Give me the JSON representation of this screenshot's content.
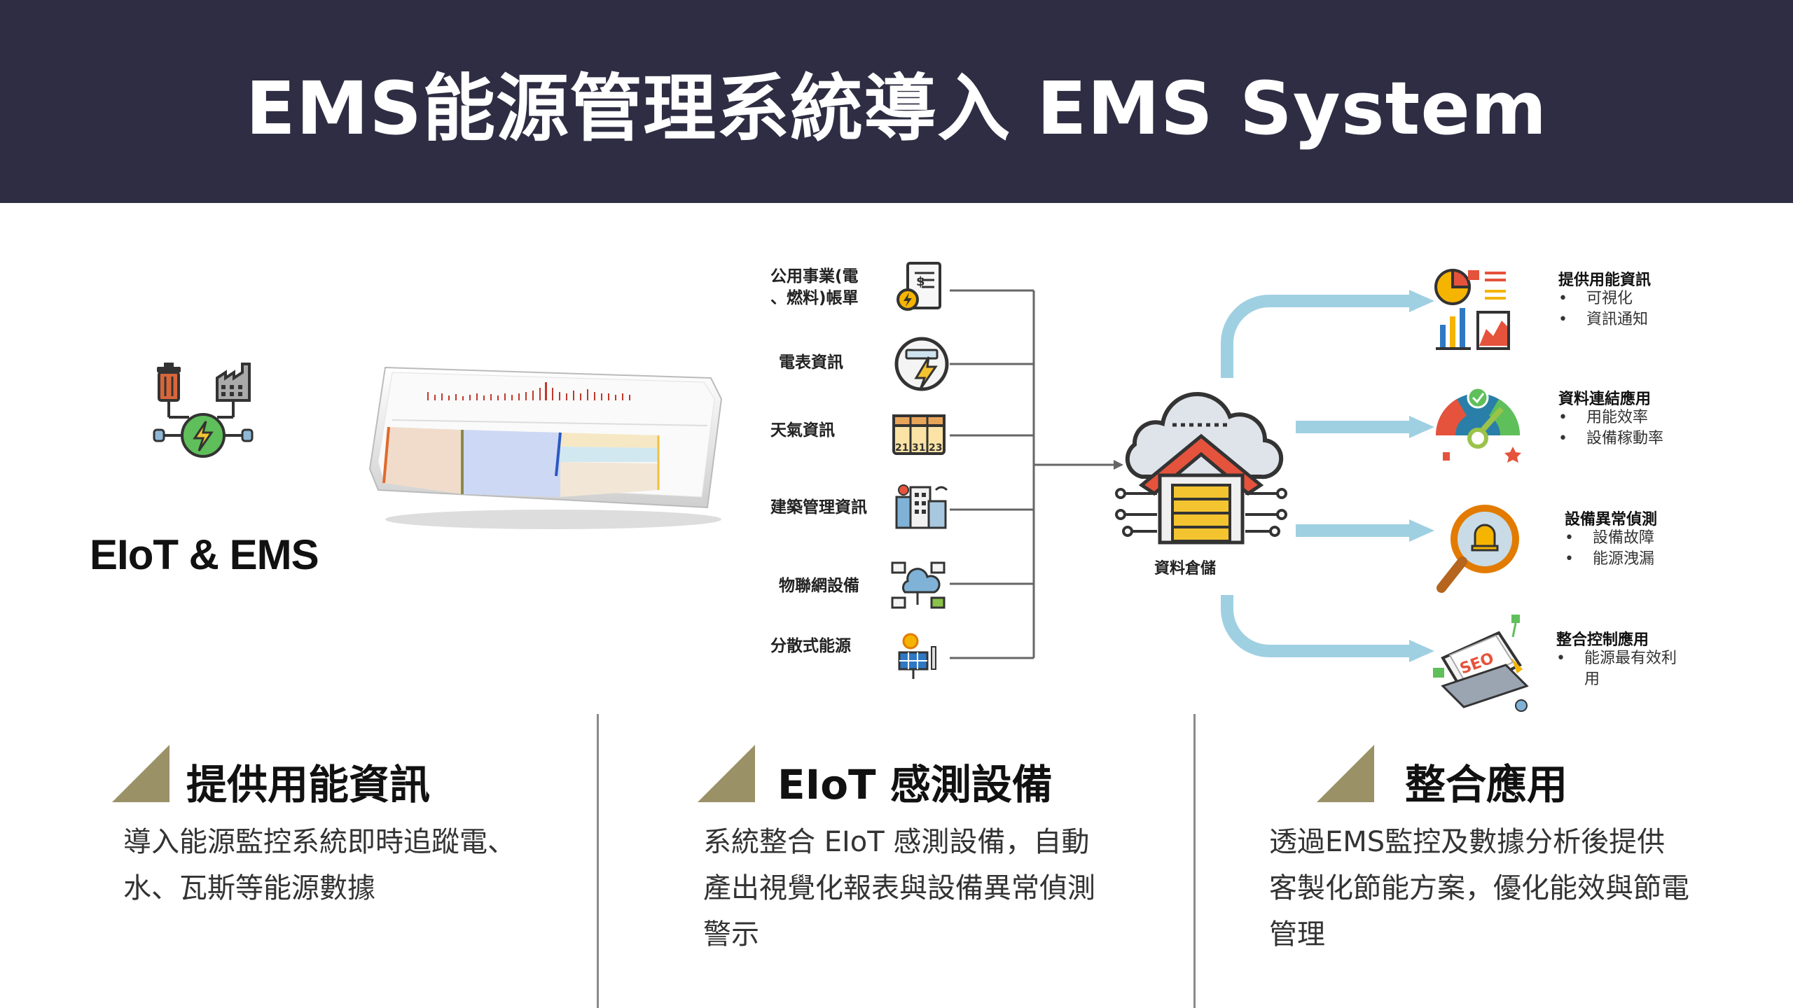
{
  "header": {
    "title": "EMS能源管理系統導入  EMS System"
  },
  "left": {
    "logo_text": "EIoT & EMS"
  },
  "sources": [
    {
      "label": "公用事業(電\n、燃料)帳單",
      "icon": "bill-icon"
    },
    {
      "label": "電表資訊",
      "icon": "meter-icon"
    },
    {
      "label": "天氣資訊",
      "icon": "weather-calendar-icon"
    },
    {
      "label": "建築管理資訊",
      "icon": "building-icon"
    },
    {
      "label": "物聯網設備",
      "icon": "iot-device-icon"
    },
    {
      "label": "分散式能源",
      "icon": "solar-panel-icon"
    }
  ],
  "storage": {
    "label": "資料倉儲"
  },
  "outputs": [
    {
      "title": "提供用能資訊",
      "items": [
        "可視化",
        "資訊通知"
      ]
    },
    {
      "title": "資料連結應用",
      "items": [
        "用能效率",
        "設備稼動率"
      ]
    },
    {
      "title": "設備異常偵測",
      "items": [
        "設備故障",
        "能源洩漏"
      ]
    },
    {
      "title": "整合控制應用",
      "items": [
        "能源最有效利\n用"
      ]
    }
  ],
  "columns": [
    {
      "title": "提供用能資訊",
      "body": "導入能源監控系統即時追蹤電、水、瓦斯等能源數據"
    },
    {
      "title": "EIoT 感測設備",
      "body": "系統整合 EIoT 感測設備，自動產出視覺化報表與設備異常偵測警示"
    },
    {
      "title": "整合應用",
      "body": "透過EMS監控及數據分析後提供客製化節能方案，優化能效與節電管理"
    }
  ],
  "colors": {
    "header_bg": "#2e2d43",
    "accent_triangle": "#9a9167",
    "arrow_blue": "#9fd0e2"
  }
}
